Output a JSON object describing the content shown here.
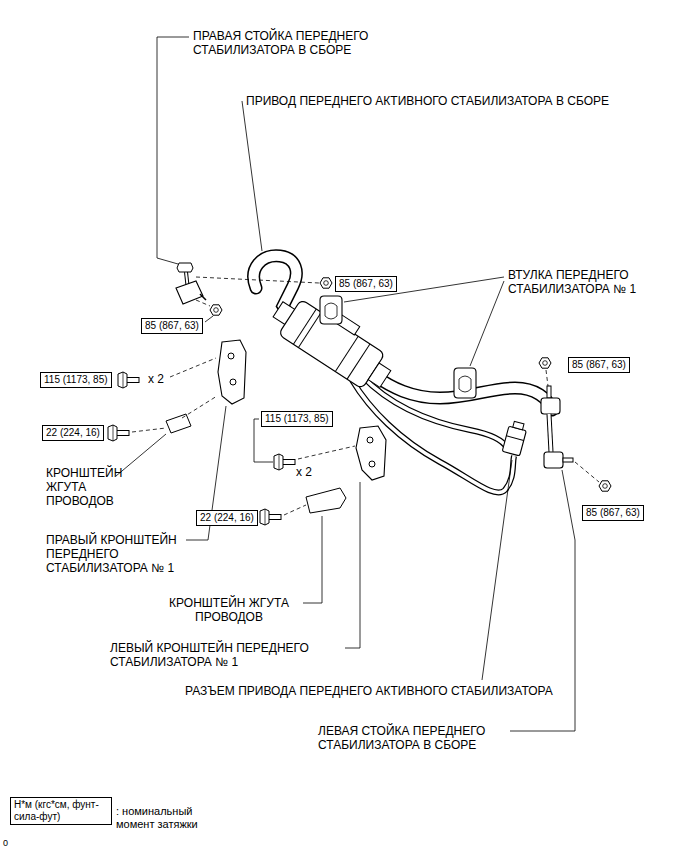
{
  "diagram": {
    "nodes": [
      {
        "text": [
          "85 (867, 63)"
        ]
      },
      {
        "text": [
          "85 (867, 63)"
        ]
      },
      {
        "text": [
          "85 (867, 63)"
        ]
      },
      {
        "text": [
          "115 (1173, 85)"
        ]
      },
      {
        "text": [
          "22 (224, 16)"
        ]
      },
      {
        "text": [
          "115 (1173, 85)"
        ]
      },
      {
        "text": [
          "85 (867, 63)"
        ]
      },
      {
        "text": [
          "22 (224, 16)"
        ]
      },
      {
        "text": [
          "Н*м (кгс*см, фунт-сила-фут)"
        ]
      }
    ],
    "labels": [
      "ПРАВАЯ СТОЙКА ПЕРЕДНЕГО СТАБИЛИЗАТОРА В СБОРЕ",
      "ПРИВОД ПЕРЕДНЕГО АКТИВНОГО СТАБИЛИЗАТОРА В СБОРЕ",
      "ВТУЛКА ПЕРЕДНЕГО СТАБИЛИЗАТОРА № 1",
      "x 2",
      "x 2",
      "КРОНШТЕЙН ЖГУТА ПРОВОДОВ",
      "ПРАВЫЙ КРОНШТЕЙН ПЕРЕДНЕГО СТАБИЛИЗАТОРА № 1",
      "КРОНШТЕЙН ЖГУТА ПРОВОДОВ",
      "ЛЕВЫЙ КРОНШТЕЙН ПЕРЕДНЕГО СТАБИЛИЗАТОРА № 1",
      "РАЗЪЕМ ПРИВОДА ПЕРЕДНЕГО АКТИВНОГО СТАБИЛИЗАТОРА",
      "ЛЕВАЯ СТОЙКА ПЕРЕДНЕГО СТАБИЛИЗАТОРА В СБОРЕ",
      ": номинальный момент затяжки",
      "0"
    ]
  }
}
